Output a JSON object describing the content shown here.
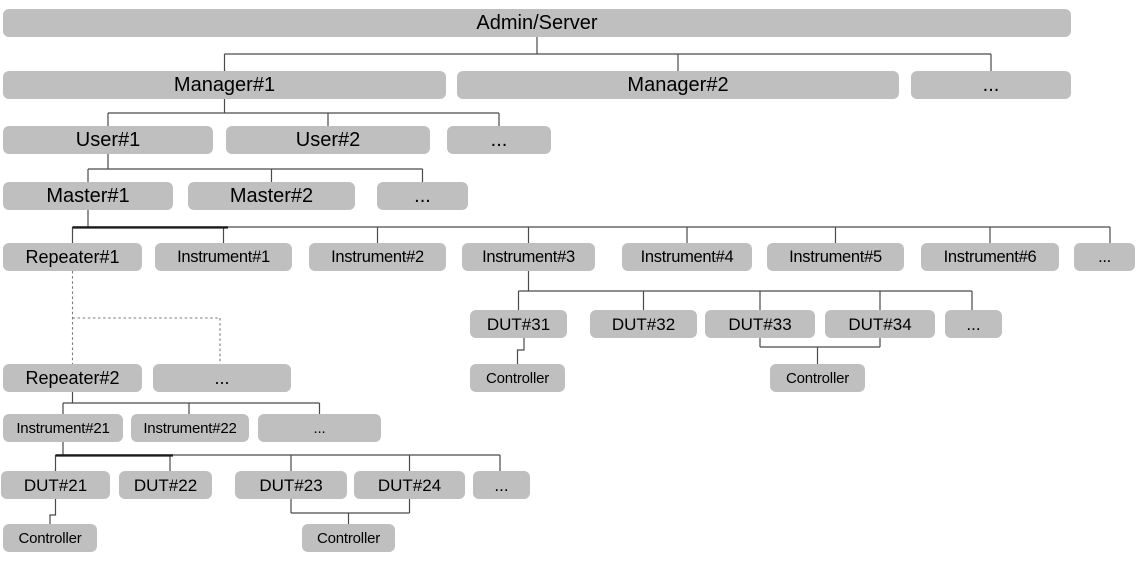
{
  "diagram": {
    "colors": {
      "background": "#ffffff",
      "node_fill": "#bfbfbf",
      "connector": "#4a4a4a",
      "dashed_connector": "#7a7a7a",
      "text": "#000000"
    },
    "nodes": {
      "admin": {
        "label": "Admin/Server"
      },
      "manager1": {
        "label": "Manager#1"
      },
      "manager2": {
        "label": "Manager#2"
      },
      "manager_more": {
        "label": "..."
      },
      "user1": {
        "label": "User#1"
      },
      "user2": {
        "label": "User#2"
      },
      "user_more": {
        "label": "..."
      },
      "master1": {
        "label": "Master#1"
      },
      "master2": {
        "label": "Master#2"
      },
      "master_more": {
        "label": "..."
      },
      "repeater1": {
        "label": "Repeater#1"
      },
      "instrument1": {
        "label": "Instrument#1"
      },
      "instrument2": {
        "label": "Instrument#2"
      },
      "instrument3": {
        "label": "Instrument#3"
      },
      "instrument4": {
        "label": "Instrument#4"
      },
      "instrument5": {
        "label": "Instrument#5"
      },
      "instrument6": {
        "label": "Instrument#6"
      },
      "instrument_more": {
        "label": "..."
      },
      "dut31": {
        "label": "DUT#31"
      },
      "dut32": {
        "label": "DUT#32"
      },
      "dut33": {
        "label": "DUT#33"
      },
      "dut34": {
        "label": "DUT#34"
      },
      "dut3_more": {
        "label": "..."
      },
      "controller31": {
        "label": "Controller"
      },
      "controller33": {
        "label": "Controller"
      },
      "repeater2": {
        "label": "Repeater#2"
      },
      "repeater_more": {
        "label": "..."
      },
      "instrument21": {
        "label": "Instrument#21"
      },
      "instrument22": {
        "label": "Instrument#22"
      },
      "instrument2_more": {
        "label": "..."
      },
      "dut21": {
        "label": "DUT#21"
      },
      "dut22": {
        "label": "DUT#22"
      },
      "dut23": {
        "label": "DUT#23"
      },
      "dut24": {
        "label": "DUT#24"
      },
      "dut2_more": {
        "label": "..."
      },
      "controller21": {
        "label": "Controller"
      },
      "controller23": {
        "label": "Controller"
      }
    }
  }
}
